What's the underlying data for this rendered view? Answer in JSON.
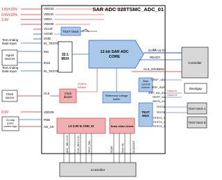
{
  "title": "SAR ADC 028TSMC_ADC_01",
  "supplies": {
    "v18_a": "1.8V±10%",
    "v09_a": "0.9V±10%",
    "v33": "3.3V",
    "v09_b": "0.9V"
  },
  "top_pins": [
    "VDD33",
    "VDDIO",
    "VDDA",
    "VDD09",
    "VCCR",
    "AGND",
    "GND"
  ],
  "test_block": "TEST block",
  "mux": {
    "label": "32:1",
    "sub": "MUX"
  },
  "adc": {
    "title": "12-bit SAR ADC",
    "sub": "CORE"
  },
  "left_side": {
    "test_analog_input_1": "Test Analog\nData Input",
    "test_analog_input_2": "Test Analog\nData Input",
    "signal_sources": "Signal\nsources",
    "clock_source": "Clock\nsource",
    "onchip_power": "On-chip\npower\ncontrol logic"
  },
  "inputs": [
    "IN_TEST0",
    "IN0",
    "IN31",
    "IN_TESTB"
  ],
  "clock_pin": "CLK",
  "power_pins": [
    "VDD09",
    "PDB",
    "AD_CK"
  ],
  "outputs": {
    "bus_width": "12",
    "data": "DATA<11:0>",
    "ready": "READY",
    "clk_divided": "CLK_DIVIDED",
    "controller_right": "Controller"
  },
  "reference": {
    "vref": "VREF_18V",
    "iref_buf": "IREF_BUF",
    "iref_bg": "IREF_BG_6V",
    "refp": "REFP_0V",
    "refn": "REFN_0V",
    "bandgap": "Bandgap",
    "option_a": "Option A",
    "option_b": "Option B"
  },
  "blocks": {
    "clock_divider": "Clock\ndivider",
    "ref_buffer": "Reference voltage\nbuffer",
    "bias_current": "Bias\ncurrent\nsource",
    "test_mux": "TEST\nMUX",
    "level_shifter": "LS 0.9V to VDD_IO",
    "scan_chain": "Scan chain block"
  },
  "test_outputs": [
    "TESTA",
    "TESTB",
    "TESTS_0",
    "TESTS_1",
    "TESTS_2"
  ],
  "test_mux_right": [
    "TEST MUX A",
    "TEST MUX B"
  ],
  "sel_labels": [
    "ADC_SEL<3:0>",
    "CLK_SEL<1:0>",
    "TEST_SEL",
    "SCAN",
    "Scan clk",
    "SCANOUT"
  ],
  "freq_notes": [
    "200kHz",
    "50MHz"
  ],
  "controller_bottom": "Controller",
  "colors": {
    "power": "#e02020",
    "ground": "#2050d0",
    "analog": "#2070d0",
    "clock": "#c03030",
    "block_blue": "#aac8e8",
    "block_pink": "#f0b0b0",
    "block_grey": "#d8d8d8"
  }
}
